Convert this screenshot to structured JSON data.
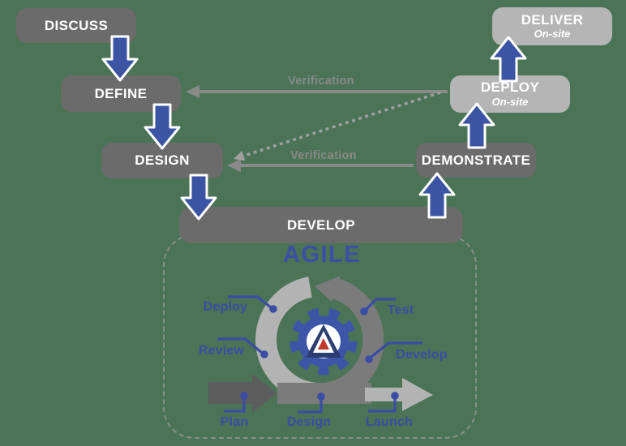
{
  "colors": {
    "background": "#4b7355",
    "box_dark": "#6b6b6b",
    "box_light": "#b5b5b5",
    "flow_arrow_blue": "#3c54a4",
    "label_blue": "#3a4da3",
    "agile_blue": "#3b4fa4",
    "gear_blue": "#3d55a6",
    "logo_navy": "#2c3e6f",
    "logo_red": "#c0392b",
    "verification_gray": "#8a8a8a",
    "dashed_gray": "#9f9f9f",
    "cycle_light_gray": "#b3b3b3",
    "cycle_dark_gray": "#7b7b7b",
    "plan_arrow_gray": "#5d5d5d"
  },
  "waterfall": {
    "discuss": "DISCUSS",
    "define": "DEFINE",
    "design": "DESIGN",
    "develop": "DEVELOP",
    "demonstrate": "DEMONSTRATE",
    "deploy": "DEPLOY",
    "deploy_sub": "On-site",
    "deliver": "DELIVER",
    "deliver_sub": "On-site"
  },
  "verification": {
    "top": "Verification",
    "bottom": "Verification"
  },
  "agile": {
    "title": "AGILE",
    "labels": {
      "deploy": "Deploy",
      "test": "Test",
      "review": "Review",
      "develop": "Develop",
      "plan": "Plan",
      "design": "Design",
      "launch": "Launch"
    }
  }
}
